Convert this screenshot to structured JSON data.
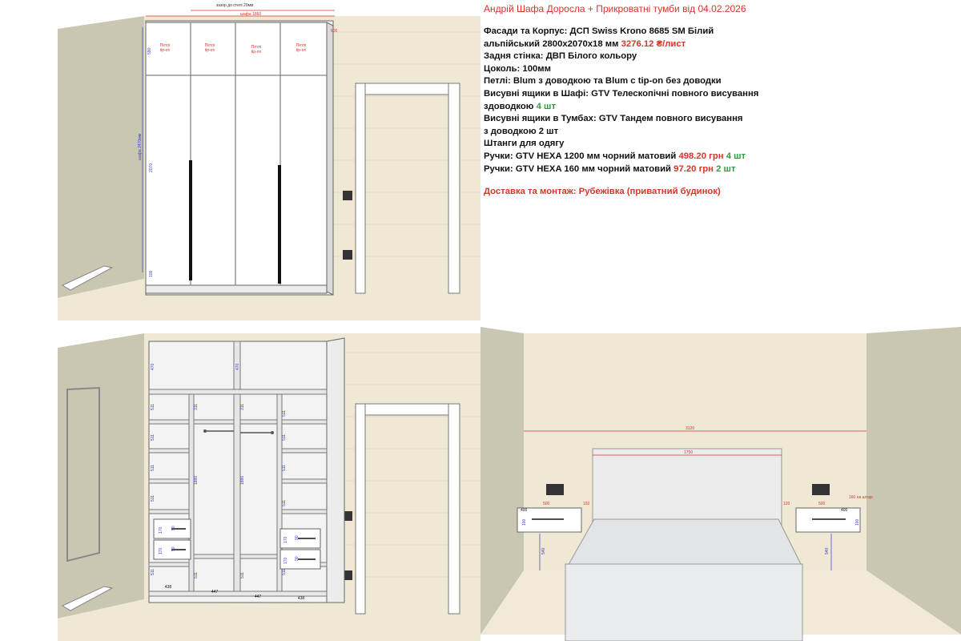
{
  "header": {
    "title": "Андрій Шафа Доросла + Прикроватні тумби від 04.02.2026"
  },
  "spec": {
    "facades_label": "Фасади та Корпус: ДСП Swiss Krono 8685 SM Білий",
    "facades_label2": "альпійський 2800х2070х18 мм",
    "facades_price": "3276.12 ₴/лист",
    "back_wall": "Задня стінка: ДВП Білого кольору",
    "plinth": "Цоколь: 100мм",
    "hinges": "Петлі: Blum з доводкою та Blum с tip-on без доводки",
    "drawers_wardrobe": "Висувні ящики в Шафі: GTV Телескопічні повного висування",
    "drawers_wardrobe2": "здоводкою",
    "drawers_wardrobe_qty": "4 шт",
    "drawers_night": "Висувні ящики в Тумбах: GTV Тандем повного висування",
    "drawers_night2": "з доводкою 2 шт",
    "rods": "Штанги для одягу",
    "handles1_label": "Ручки: GTV HEXA 1200 мм чорний матовий",
    "handles1_price": "498.20 грн",
    "handles1_qty": "4 шт",
    "handles2_label": "Ручки: GTV HEXA 160 мм чорний матовий",
    "handles2_price": "97.20 грн",
    "handles2_qty": "2 шт",
    "delivery": "Доставка та монтаж: Рубежівка (приватний будинок)"
  },
  "top_drawing": {
    "dim_ceiling": "зазор до стелі 20мм",
    "dim_width": "шафа 1860",
    "dim_depth": "600",
    "dim_top": "590",
    "dim_body_total": "шафа 2470мм",
    "dim_body": "2070",
    "dim_plinth": "100",
    "door_label": [
      "Петлі",
      "tip-on"
    ]
  },
  "bottom_left_drawing": {
    "dims_left": [
      "470",
      "511",
      "511",
      "511",
      "511",
      "511"
    ],
    "dims_mid": [
      "311",
      "1886",
      "511"
    ],
    "dims_bottom": [
      "438",
      "447",
      "447",
      "438"
    ],
    "dim_top_inner": "470",
    "drawer_dims": [
      "170",
      "90",
      "170",
      "90"
    ]
  },
  "bottom_right_drawing": {
    "dim_wall": "3120",
    "dim_headboard": "1750",
    "dim_gap_left": "150",
    "dim_gap_right": "120",
    "nightstand_width_left": "500",
    "nightstand_depth_left": "400",
    "nightstand_width_right": "500",
    "nightstand_depth_right": "400",
    "nightstand_height": "100",
    "nightstand_floor_left": "540",
    "nightstand_floor_right": "540",
    "side_note": "160 на штирі"
  }
}
